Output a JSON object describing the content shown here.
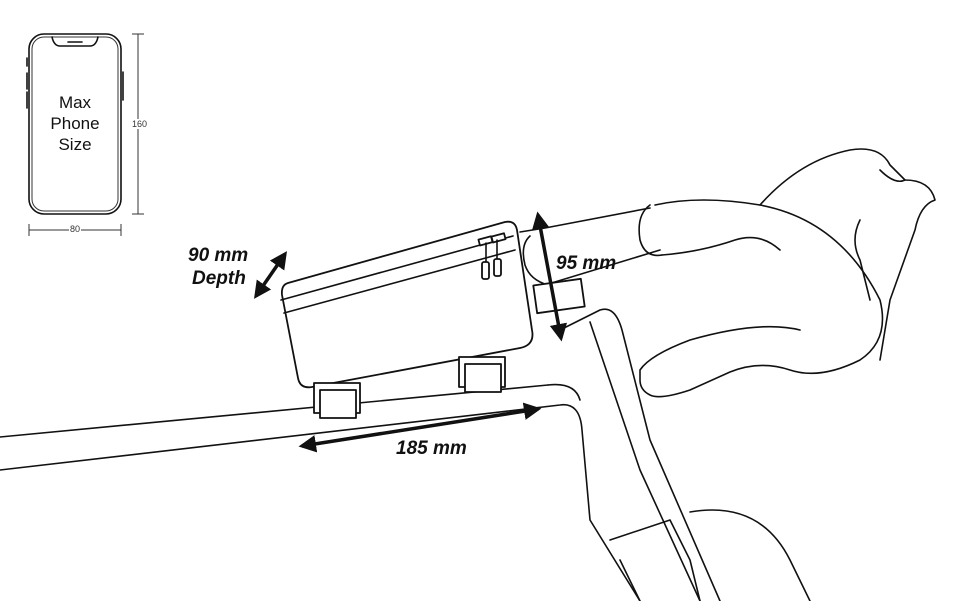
{
  "phone": {
    "lines": [
      "Max",
      "Phone",
      "Size"
    ],
    "height_label": "160",
    "width_label": "80"
  },
  "labels": {
    "depth_value": "90 mm",
    "depth_word": "Depth",
    "height": "95 mm",
    "length": "185 mm"
  }
}
